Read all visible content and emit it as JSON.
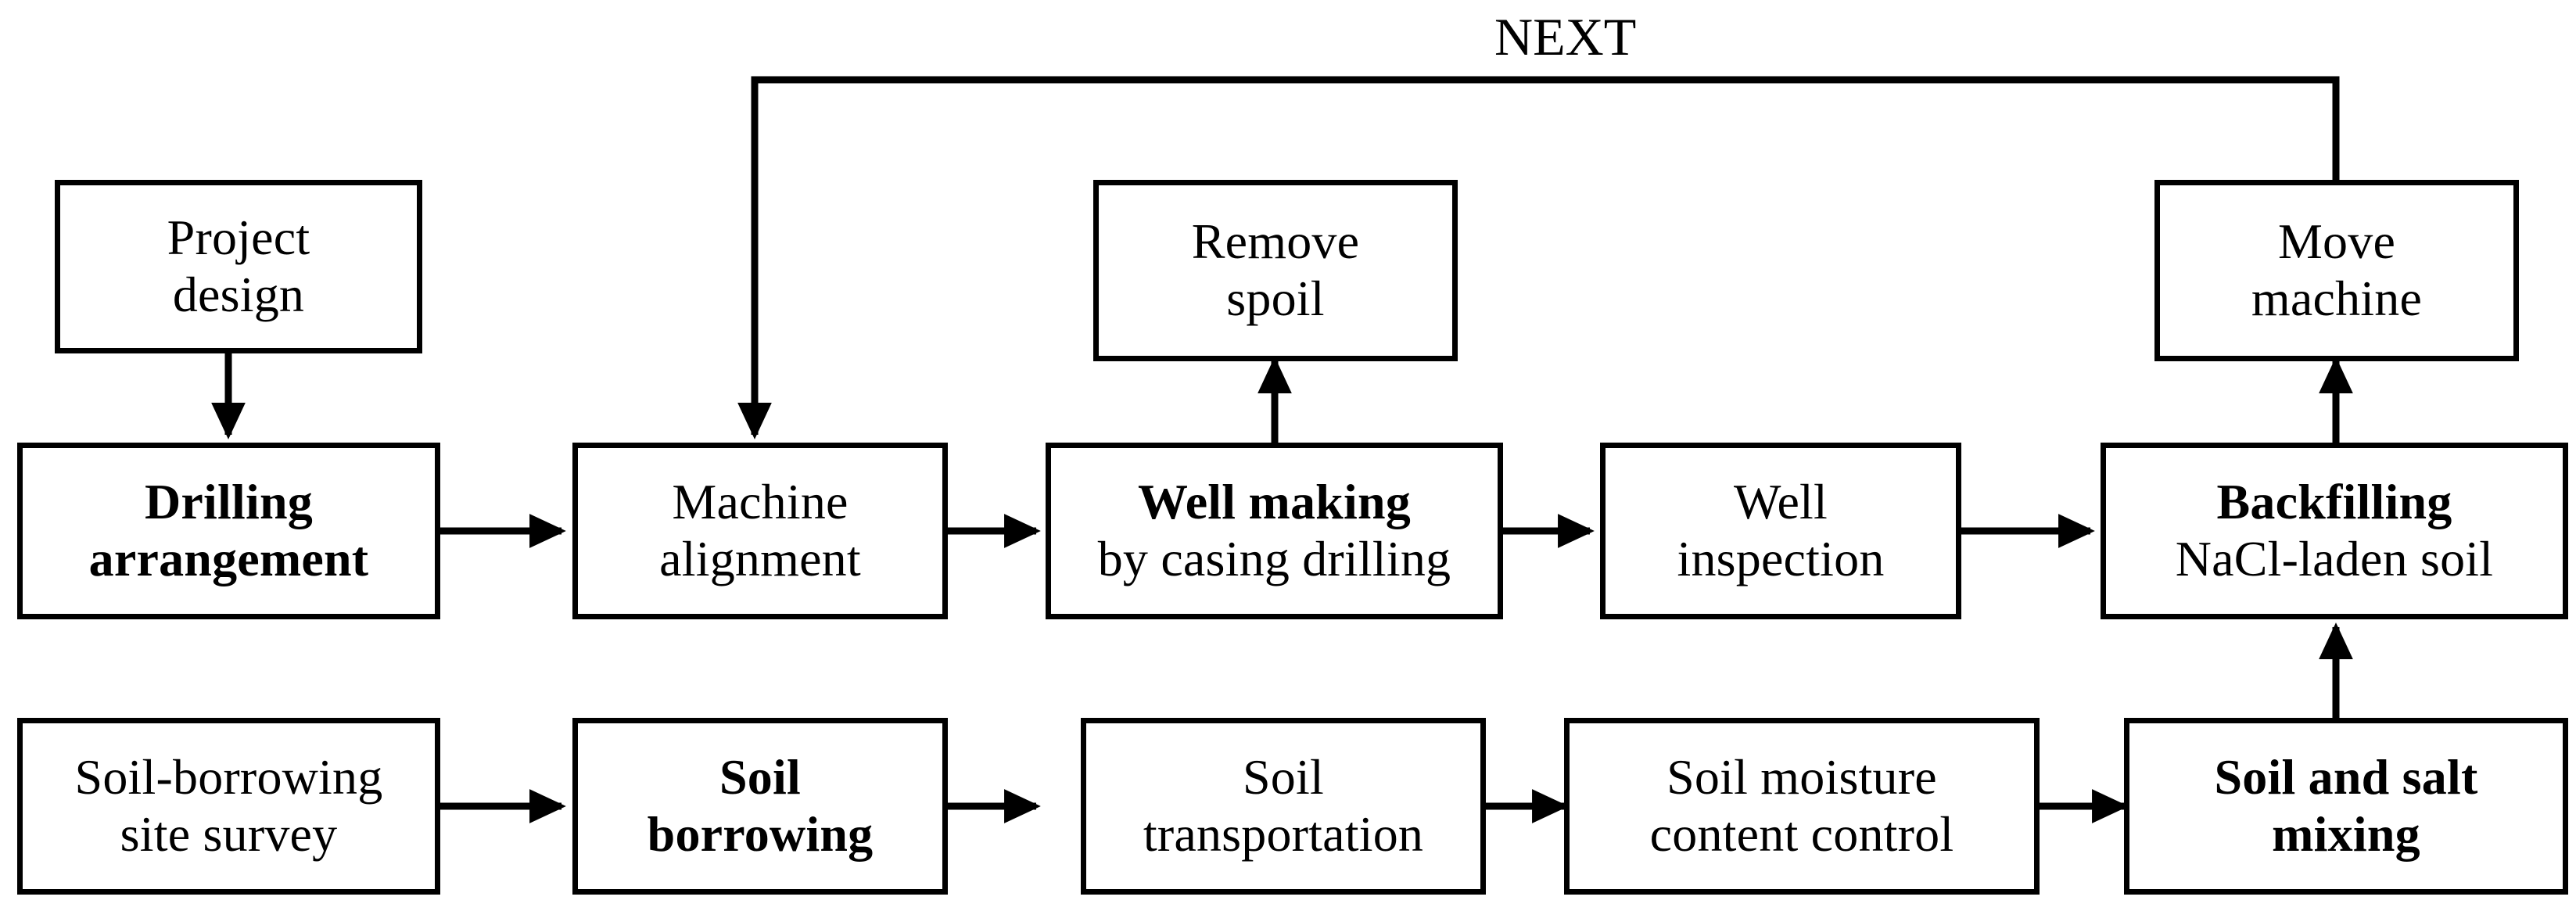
{
  "diagram": {
    "title_label": "NEXT",
    "nodes": [
      {
        "id": "project-design",
        "lines": [
          {
            "text": "Project",
            "bold": false
          },
          {
            "text": "design",
            "bold": false
          }
        ]
      },
      {
        "id": "remove-spoil",
        "lines": [
          {
            "text": "Remove",
            "bold": false
          },
          {
            "text": "spoil",
            "bold": false
          }
        ]
      },
      {
        "id": "move-machine",
        "lines": [
          {
            "text": "Move",
            "bold": false
          },
          {
            "text": "machine",
            "bold": false
          }
        ]
      },
      {
        "id": "drilling-arrangement",
        "lines": [
          {
            "text": "Drilling",
            "bold": true
          },
          {
            "text": "arrangement",
            "bold": true
          }
        ]
      },
      {
        "id": "machine-alignment",
        "lines": [
          {
            "text": "Machine",
            "bold": false
          },
          {
            "text": "alignment",
            "bold": false
          }
        ]
      },
      {
        "id": "well-making",
        "lines": [
          {
            "text": "Well making",
            "bold": true
          },
          {
            "text": "by casing drilling",
            "bold": false
          }
        ]
      },
      {
        "id": "well-inspection",
        "lines": [
          {
            "text": "Well",
            "bold": false
          },
          {
            "text": "inspection",
            "bold": false
          }
        ]
      },
      {
        "id": "backfilling",
        "lines": [
          {
            "text": "Backfilling",
            "bold": true
          },
          {
            "text": "NaCl-laden soil",
            "bold": false
          }
        ]
      },
      {
        "id": "soil-borrowing-survey",
        "lines": [
          {
            "text": "Soil-borrowing",
            "bold": false
          },
          {
            "text": "site survey",
            "bold": false
          }
        ]
      },
      {
        "id": "soil-borrowing",
        "lines": [
          {
            "text": "Soil",
            "bold": true
          },
          {
            "text": "borrowing",
            "bold": true
          }
        ]
      },
      {
        "id": "soil-transportation",
        "lines": [
          {
            "text": "Soil",
            "bold": false
          },
          {
            "text": "transportation",
            "bold": false
          }
        ]
      },
      {
        "id": "soil-moisture",
        "lines": [
          {
            "text": "Soil moisture",
            "bold": false
          },
          {
            "text": "content control",
            "bold": false
          }
        ]
      },
      {
        "id": "soil-salt-mixing",
        "lines": [
          {
            "text": "Soil and salt",
            "bold": true
          },
          {
            "text": "mixing",
            "bold": true
          }
        ]
      }
    ],
    "edges": [
      {
        "from": "project-design",
        "to": "drilling-arrangement",
        "kind": "vertical-down"
      },
      {
        "from": "drilling-arrangement",
        "to": "machine-alignment",
        "kind": "horizontal-right"
      },
      {
        "from": "machine-alignment",
        "to": "well-making",
        "kind": "horizontal-right"
      },
      {
        "from": "well-making",
        "to": "remove-spoil",
        "kind": "vertical-up"
      },
      {
        "from": "well-making",
        "to": "well-inspection",
        "kind": "horizontal-right"
      },
      {
        "from": "well-inspection",
        "to": "backfilling",
        "kind": "horizontal-right"
      },
      {
        "from": "backfilling",
        "to": "move-machine",
        "kind": "vertical-up"
      },
      {
        "from": "move-machine",
        "to": "machine-alignment",
        "kind": "feedback-loop",
        "label": "NEXT"
      },
      {
        "from": "soil-borrowing-survey",
        "to": "soil-borrowing",
        "kind": "horizontal-right"
      },
      {
        "from": "soil-borrowing",
        "to": "soil-transportation",
        "kind": "horizontal-right"
      },
      {
        "from": "soil-transportation",
        "to": "soil-moisture",
        "kind": "horizontal-right"
      },
      {
        "from": "soil-moisture",
        "to": "soil-salt-mixing",
        "kind": "horizontal-right"
      },
      {
        "from": "soil-salt-mixing",
        "to": "backfilling",
        "kind": "vertical-up"
      }
    ],
    "colors": {
      "stroke": "#000000",
      "fill": "#ffffff",
      "text": "#000000"
    }
  }
}
